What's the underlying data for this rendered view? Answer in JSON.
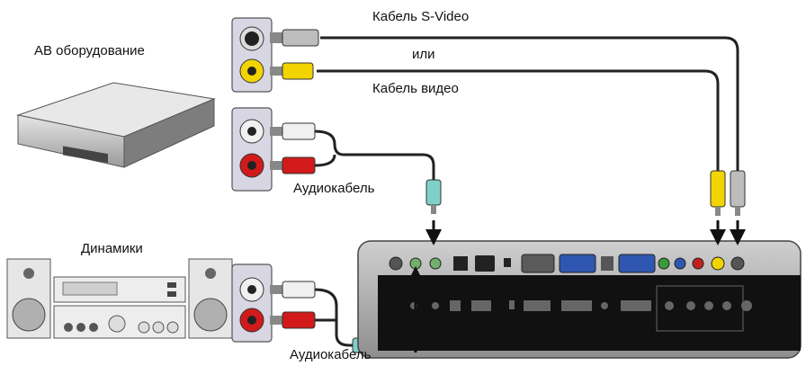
{
  "labels": {
    "av_equipment": "АВ оборудование",
    "svideo_cable": "Кабель S-Video",
    "or": "или",
    "video_cable": "Кабель видео",
    "audio_cable_top": "Аудиокабель",
    "speakers": "Динамики",
    "audio_cable_bottom": "Аудиокабель"
  },
  "colors": {
    "panel_bg": "#d9d6e3",
    "jack_yellow": "#f2d400",
    "jack_red": "#d21a1a",
    "plug_green": "#7fd0c8",
    "cable": "#222222"
  },
  "icons": [
    "svideo-jack-icon",
    "video-jack-icon",
    "audio-jack-icon",
    "arrow-down-icon"
  ]
}
